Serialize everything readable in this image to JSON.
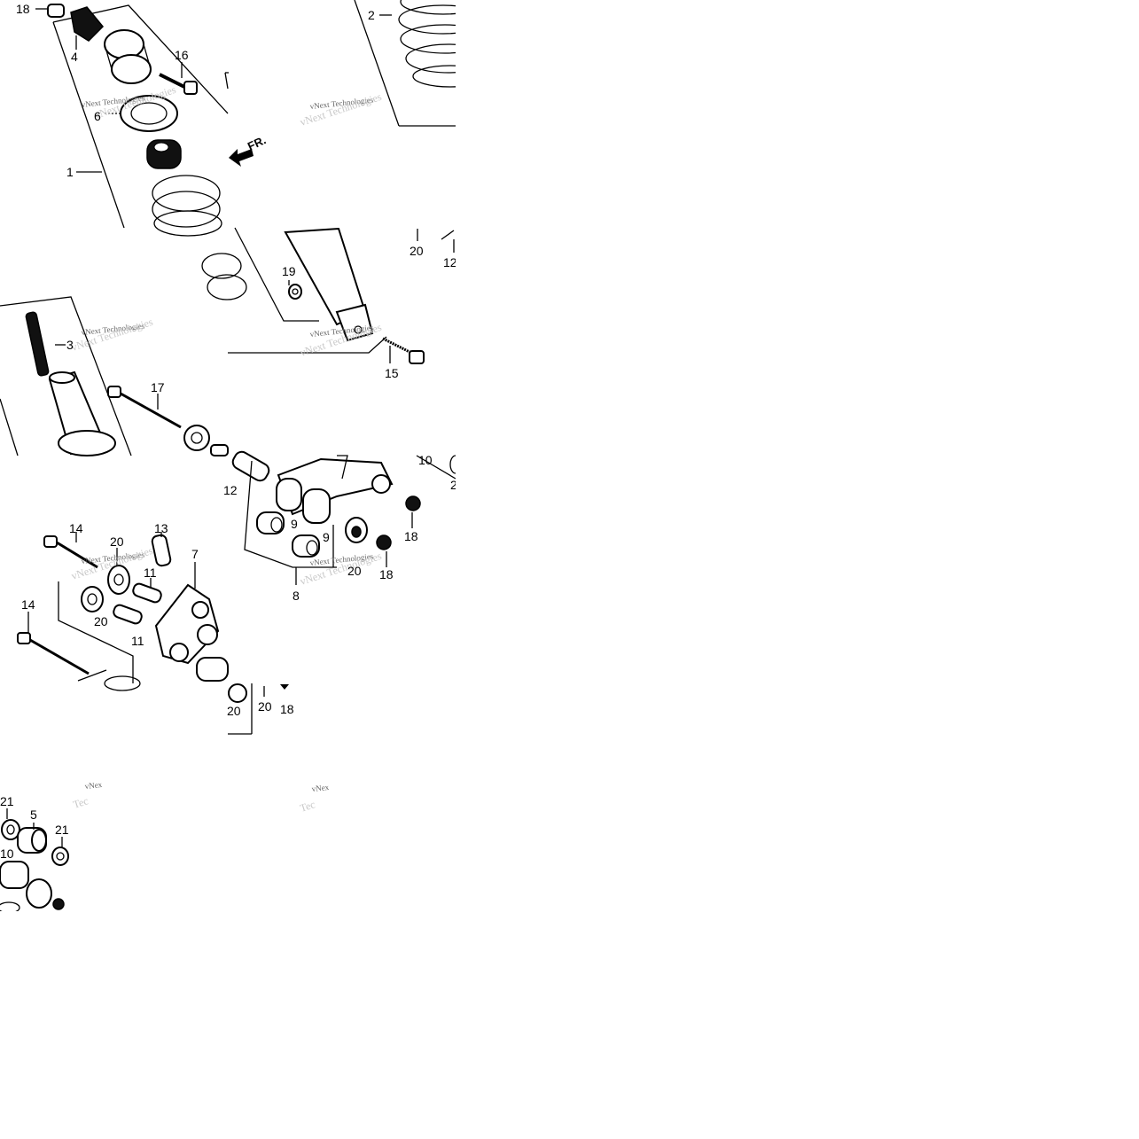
{
  "diagram": {
    "watermark": "vNext Technologies",
    "watermark_fragment": "vNex",
    "watermark_fragment2": "Tec",
    "front_arrow_label": "FR.",
    "callouts": {
      "c1": "1",
      "c2": "2",
      "c3": "3",
      "c4": "4",
      "c5": "5",
      "c6": "6",
      "c7": "7",
      "c8": "8",
      "c9": "9",
      "c10": "10",
      "c11": "11",
      "c12": "12",
      "c13": "13",
      "c14": "14",
      "c15": "15",
      "c16": "16",
      "c17": "17",
      "c18": "18",
      "c19": "19",
      "c20": "20",
      "c21": "21"
    },
    "icons": [
      "front-arrow-icon"
    ]
  }
}
